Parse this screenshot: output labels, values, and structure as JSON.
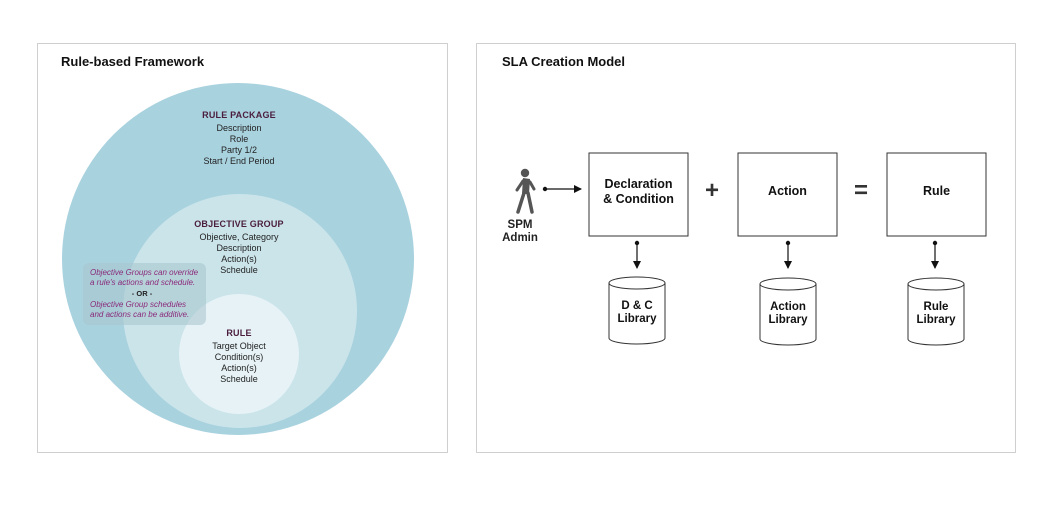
{
  "rule_framework": {
    "title": "Rule-based Framework",
    "rule_package": {
      "heading": "RULE PACKAGE",
      "items": [
        "Description",
        "Role",
        "Party 1/2",
        "Start / End Period"
      ]
    },
    "objective_group": {
      "heading": "OBJECTIVE GROUP",
      "items": [
        "Objective, Category",
        "Description",
        "Action(s)",
        "Schedule"
      ]
    },
    "rule": {
      "heading": "RULE",
      "items": [
        "Target Object",
        "Condition(s)",
        "Action(s)",
        "Schedule"
      ]
    },
    "note": {
      "line1": "Objective Groups can override",
      "line2": "a rule's actions and schedule.",
      "or": "- OR -",
      "line3": "Objective Group schedules",
      "line4": "and actions can be additive."
    }
  },
  "sla_model": {
    "title": "SLA Creation Model",
    "admin": {
      "line1": "SPM",
      "line2": "Admin"
    },
    "boxes": {
      "declaration": {
        "line1": "Declaration",
        "line2": "& Condition"
      },
      "action": "Action",
      "rule": "Rule"
    },
    "operators": {
      "plus": "+",
      "equals": "="
    },
    "libraries": {
      "dc": {
        "line1": "D & C",
        "line2": "Library"
      },
      "action": {
        "line1": "Action",
        "line2": "Library"
      },
      "rule": {
        "line1": "Rule",
        "line2": "Library"
      }
    }
  },
  "colors": {
    "outer_circle": "#a9d2df",
    "middle_circle": "#cae4ea",
    "inner_circle": "#e6f2f6",
    "heading": "#4a1d3d",
    "note_text": "#8a2a7a",
    "note_bg": "#a7c4cc"
  }
}
